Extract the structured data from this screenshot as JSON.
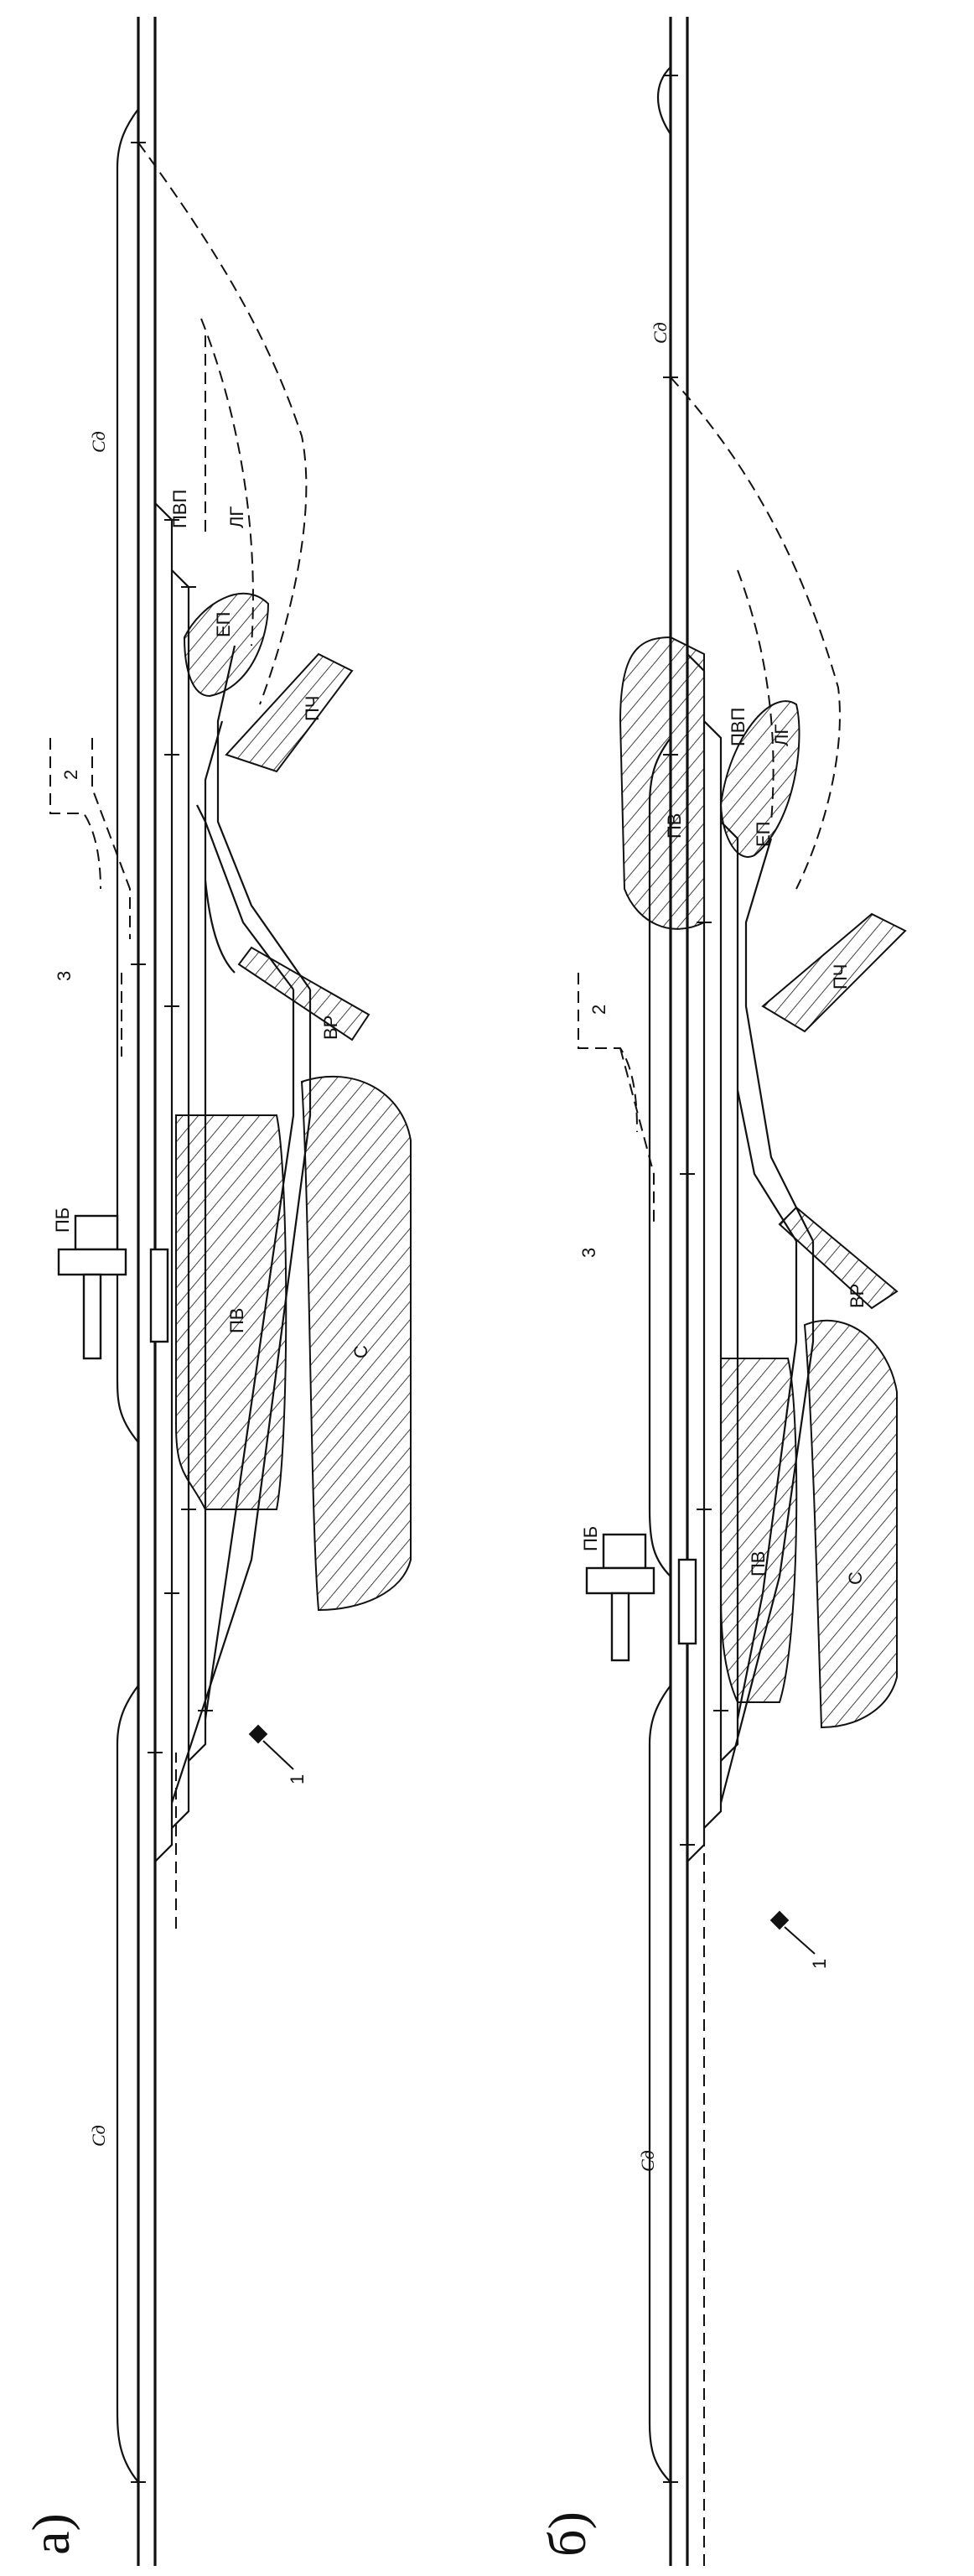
{
  "panels": [
    {
      "letter": "а)",
      "labels": {
        "cd_top": "Cд",
        "cd_bottom": "Cд",
        "pvp": "ПВП",
        "lg": "ЛГ",
        "ep": "ЕП",
        "pch": "ПЧ",
        "vr": "ВР",
        "pv": "ПВ",
        "s": "С",
        "pb": "ПБ",
        "n1": "1",
        "n2": "2",
        "n3": "3"
      }
    },
    {
      "letter": "б)",
      "labels": {
        "cd_top": "Cд",
        "cd_bottom": "Cд",
        "pvp": "ПВП",
        "lg": "ЛГ",
        "ep": "ЕП",
        "pch": "ПЧ",
        "vr": "ВР",
        "pv_top": "ПВ",
        "pv": "ПВ",
        "s": "С",
        "pb": "ПБ",
        "n1": "1",
        "n2": "2",
        "n3": "3"
      }
    }
  ]
}
